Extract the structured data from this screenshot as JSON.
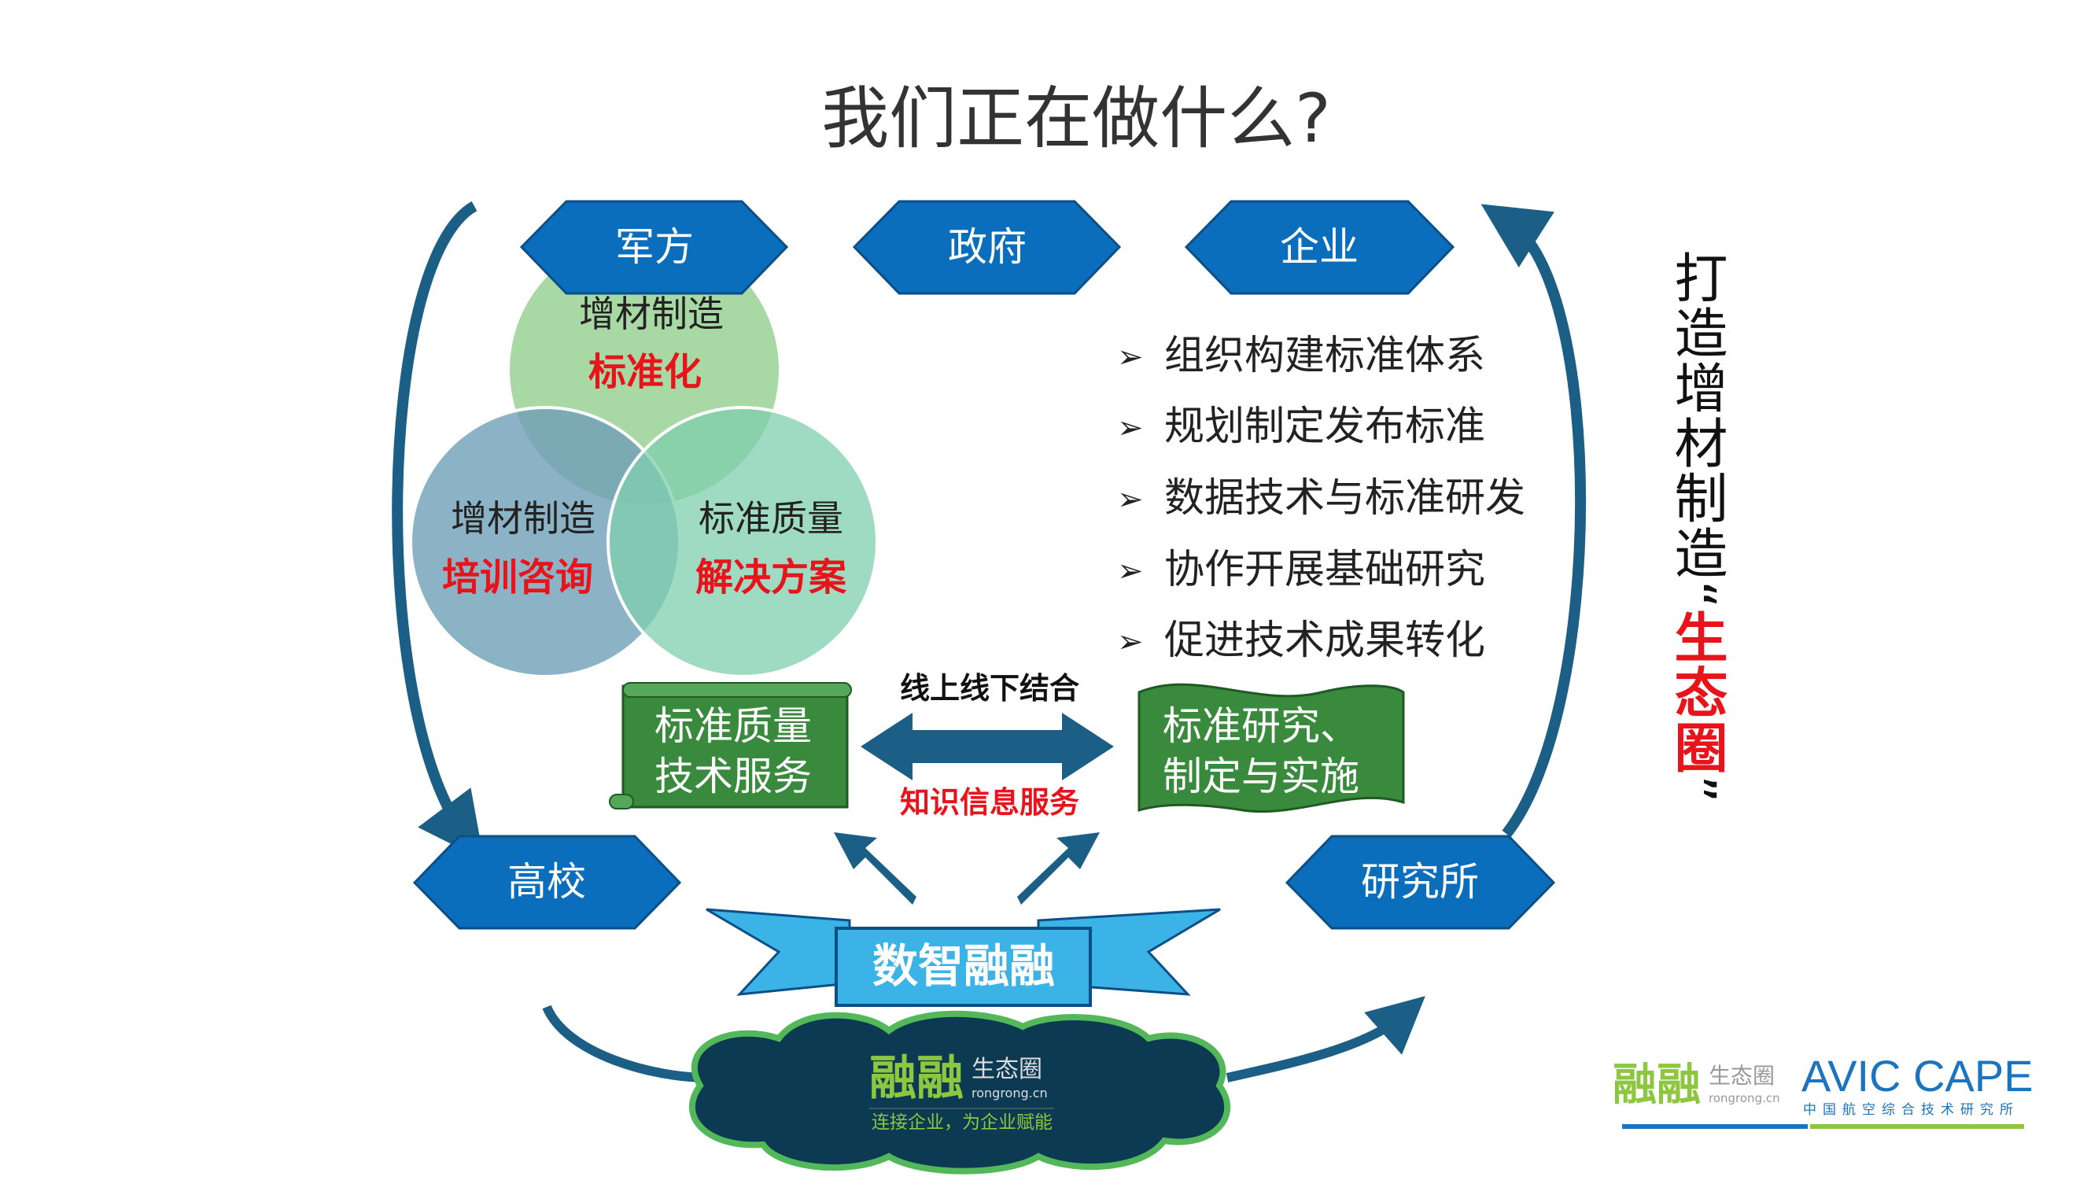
{
  "title": "我们正在做什么?",
  "stakeholders": {
    "military": "军方",
    "government": "政府",
    "enterprise": "企业",
    "university": "高校",
    "institute": "研究所"
  },
  "venn": [
    {
      "line1": "增材制造",
      "line2": "标准化"
    },
    {
      "line1": "增材制造",
      "line2": "培训咨询"
    },
    {
      "line1": "标准质量",
      "line2": "解决方案"
    }
  ],
  "bullets": [
    "组织构建标准体系",
    "规划制定发布标准",
    "数据技术与标准研发",
    "协作开展基础研究",
    "促进技术成果转化"
  ],
  "left_box": {
    "line1": "标准质量",
    "line2": "技术服务"
  },
  "right_box": {
    "line1": "标准研究、",
    "line2": "制定与实施"
  },
  "arrow_top_label": "线上线下结合",
  "arrow_bottom_label": "知识信息服务",
  "ribbon_label": "数智融融",
  "cloud": {
    "logo_main": "融融",
    "logo_sub": "生态圈",
    "domain": "rongrong.cn",
    "slogan": "连接企业，为企业赋能"
  },
  "vertical_slogan": {
    "part1": "打造增材制造“",
    "part2": "生态圈",
    "part3": "”"
  },
  "footer_logo": {
    "rr_main": "融融",
    "rr_sub": "生态圈",
    "rr_domain": "rongrong.cn",
    "avic": "AVIC CAPE",
    "avic_sub": "中国航空综合技术研究所"
  },
  "colors": {
    "hex": "#0a6ebd",
    "red": "#e8141b",
    "green": "#8dc63f",
    "dark_teal": "#0b3a52"
  }
}
